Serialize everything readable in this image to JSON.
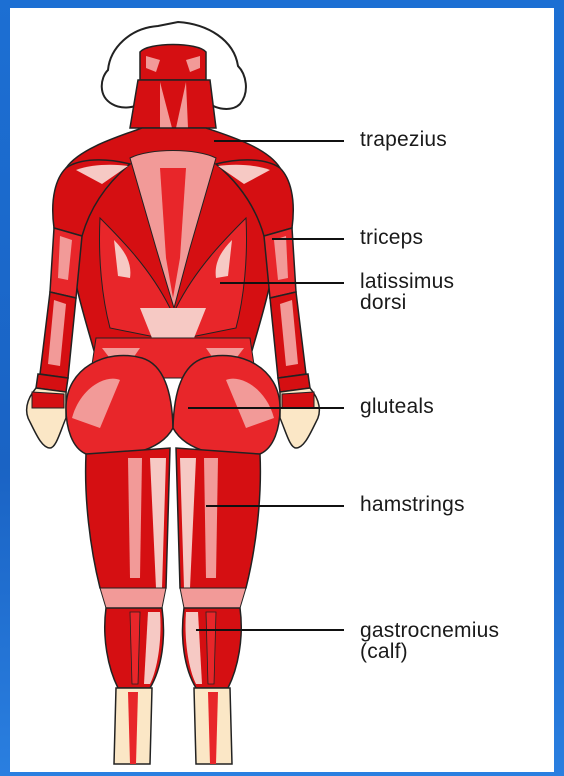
{
  "diagram": {
    "colors": {
      "background": "#1c6fd3",
      "panel": "#ffffff",
      "muscle_dark": "#d50f12",
      "muscle_mid": "#e8262a",
      "muscle_light": "#f29a98",
      "skin": "#fbe7c6",
      "outline": "#222222"
    },
    "labels": [
      {
        "id": "trapezius",
        "lines": [
          "trapezius"
        ]
      },
      {
        "id": "triceps",
        "lines": [
          "triceps"
        ]
      },
      {
        "id": "latissimus",
        "lines": [
          "latissimus",
          "dorsi"
        ]
      },
      {
        "id": "gluteals",
        "lines": [
          "gluteals"
        ]
      },
      {
        "id": "hamstrings",
        "lines": [
          "hamstrings"
        ]
      },
      {
        "id": "gastrocnemius",
        "lines": [
          "gastrocnemius",
          "(calf)"
        ]
      }
    ]
  }
}
